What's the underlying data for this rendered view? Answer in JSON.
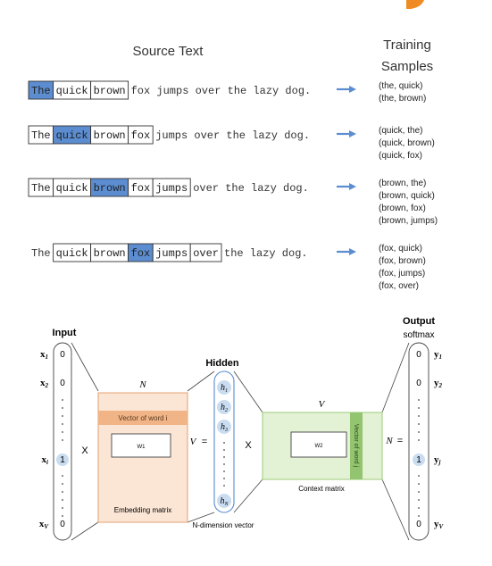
{
  "source_heading": "Source Text",
  "samples_heading_line1": "Training",
  "samples_heading_line2": "Samples",
  "colors": {
    "highlight": "#5b8dd0",
    "arrow": "#5b8dd0",
    "embedding_fill": "#fbe6d6",
    "embedding_stroke": "#e3a070",
    "embedding_band": "#f0b487",
    "context_fill": "#e3f1d4",
    "context_stroke": "#9dcc7a",
    "context_band": "#93c46f",
    "node_fill": "#c9dcf0",
    "hidden_stroke": "#5b8dd0",
    "corner_accent": "#f08a24"
  },
  "sentences": [
    {
      "boxed": [
        "The"
      ],
      "rest": "quick brown fox jumps over the lazy dog.",
      "boxed_words": [
        "The",
        "quick",
        "brown"
      ],
      "tail": "fox jumps over the lazy dog.",
      "highlight_index": 0,
      "samples": [
        "(the, quick)",
        "(the, brown)"
      ]
    },
    {
      "boxed_words": [
        "The",
        "quick",
        "brown",
        "fox"
      ],
      "tail": "jumps over the lazy dog.",
      "highlight_index": 1,
      "samples": [
        "(quick, the)",
        "(quick, brown)",
        "(quick, fox)"
      ]
    },
    {
      "boxed_words": [
        "The",
        "quick",
        "brown",
        "fox",
        "jumps"
      ],
      "tail": "over the lazy dog.",
      "highlight_index": 2,
      "samples": [
        "(brown, the)",
        "(brown, quick)",
        "(brown, fox)",
        "(brown, jumps)"
      ]
    },
    {
      "lead": "The",
      "boxed_words": [
        "quick",
        "brown",
        "fox",
        "jumps",
        "over"
      ],
      "tail": "the lazy dog.",
      "highlight_index": 2,
      "samples": [
        "(fox, quick)",
        "(fox, brown)",
        "(fox, jumps)",
        "(fox, over)"
      ]
    }
  ],
  "network": {
    "input_label": "Input",
    "hidden_label": "Hidden",
    "output_label": "Output",
    "output_sub": "softmax",
    "input_rows": [
      {
        "label": "x1",
        "value": "0"
      },
      {
        "label": "x2",
        "value": "0"
      },
      {
        "label": "xi",
        "value": "1"
      },
      {
        "label": "xV",
        "value": "0"
      }
    ],
    "output_rows": [
      {
        "label": "y1",
        "value": "0"
      },
      {
        "label": "y2",
        "value": "0"
      },
      {
        "label": "yj",
        "value": "1"
      },
      {
        "label": "yV",
        "value": "0"
      }
    ],
    "hidden_nodes": [
      "h1",
      "h2",
      "h3",
      "hN"
    ],
    "multiply_sign": "X",
    "equals_sign": "=",
    "embedding": {
      "dim_top": "N",
      "dim_side": "V",
      "band_label": "Vector of word i",
      "weight_label": "W1",
      "caption": "Embedding matrix"
    },
    "hidden_caption": "N-dimension vector",
    "context": {
      "dim_top": "V",
      "dim_side": "N",
      "band_label": "Vector of word j",
      "weight_label": "W2",
      "caption": "Context matrix"
    }
  }
}
